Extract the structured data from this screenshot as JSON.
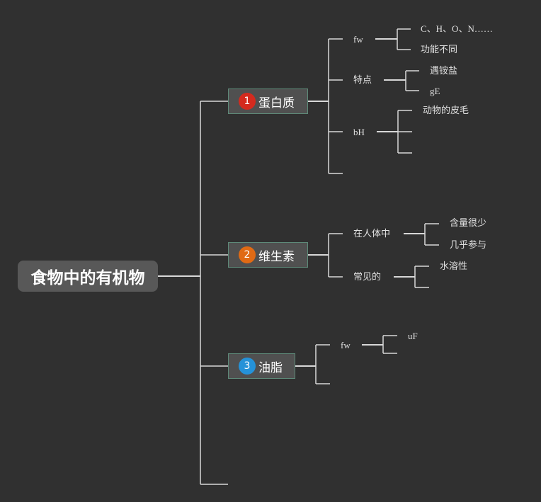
{
  "root": {
    "label": "食物中的有机物"
  },
  "branches": [
    {
      "badge": "1",
      "badge_color": "#d42a1e",
      "label": "蛋白质",
      "children": [
        {
          "label": "fw",
          "leaves": [
            "C、H、O、N……",
            "功能不同"
          ]
        },
        {
          "label": "特点",
          "leaves": [
            "遇铵盐",
            "gE"
          ]
        },
        {
          "label": "bH",
          "leaves": [
            "动物的皮毛"
          ]
        }
      ]
    },
    {
      "badge": "2",
      "badge_color": "#e06a14",
      "label": "维生素",
      "children": [
        {
          "label": "在人体中",
          "leaves": [
            "含量很少",
            "几乎参与"
          ]
        },
        {
          "label": "常见的",
          "leaves": [
            "水溶性"
          ]
        }
      ]
    },
    {
      "badge": "3",
      "badge_color": "#2592d8",
      "label": "油脂",
      "children": [
        {
          "label": "fw",
          "leaves": [
            "uF"
          ]
        }
      ]
    }
  ],
  "colors": {
    "background": "#303030",
    "root_fill": "#585858",
    "branch_fill": "#505050",
    "branch_border": "#5e8a79",
    "line": "#d8d8d8"
  }
}
